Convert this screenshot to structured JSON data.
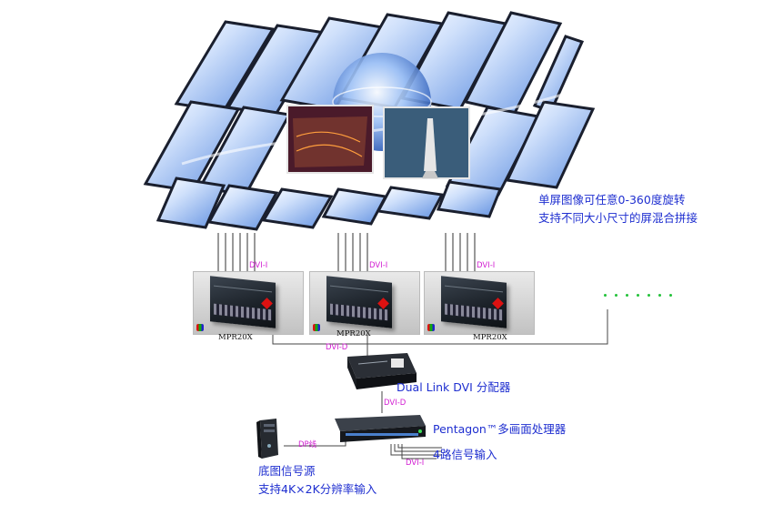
{
  "captions": {
    "rotate": "单屏图像可任意0-360度旋转",
    "mixed": "支持不同大小尺寸的屏混合拼接",
    "splitter": "Dual Link DVI 分配器",
    "processor": "Pentagon™多画面处理器",
    "inputs": "4路信号输入",
    "base_source": "底图信号源",
    "resolution": "支持4K×2K分辨率输入"
  },
  "links": {
    "dvi_i": "DVI-I",
    "dvi_d": "DVI-D",
    "dp": "DP线"
  },
  "devices": [
    {
      "model": "MPR20X",
      "link": "DVI-I"
    },
    {
      "model": "MPR20X",
      "link": "DVI-I"
    },
    {
      "model": "MPR20X",
      "link": "DVI-I"
    }
  ],
  "colors": {
    "caption": "#1f2fd0",
    "link_label": "#d21fd2",
    "dots": "#23c23a",
    "screen": "#6f9fe6"
  },
  "icons": [
    "video-wall",
    "processor-box",
    "splitter-box",
    "pc-tower",
    "globe"
  ]
}
